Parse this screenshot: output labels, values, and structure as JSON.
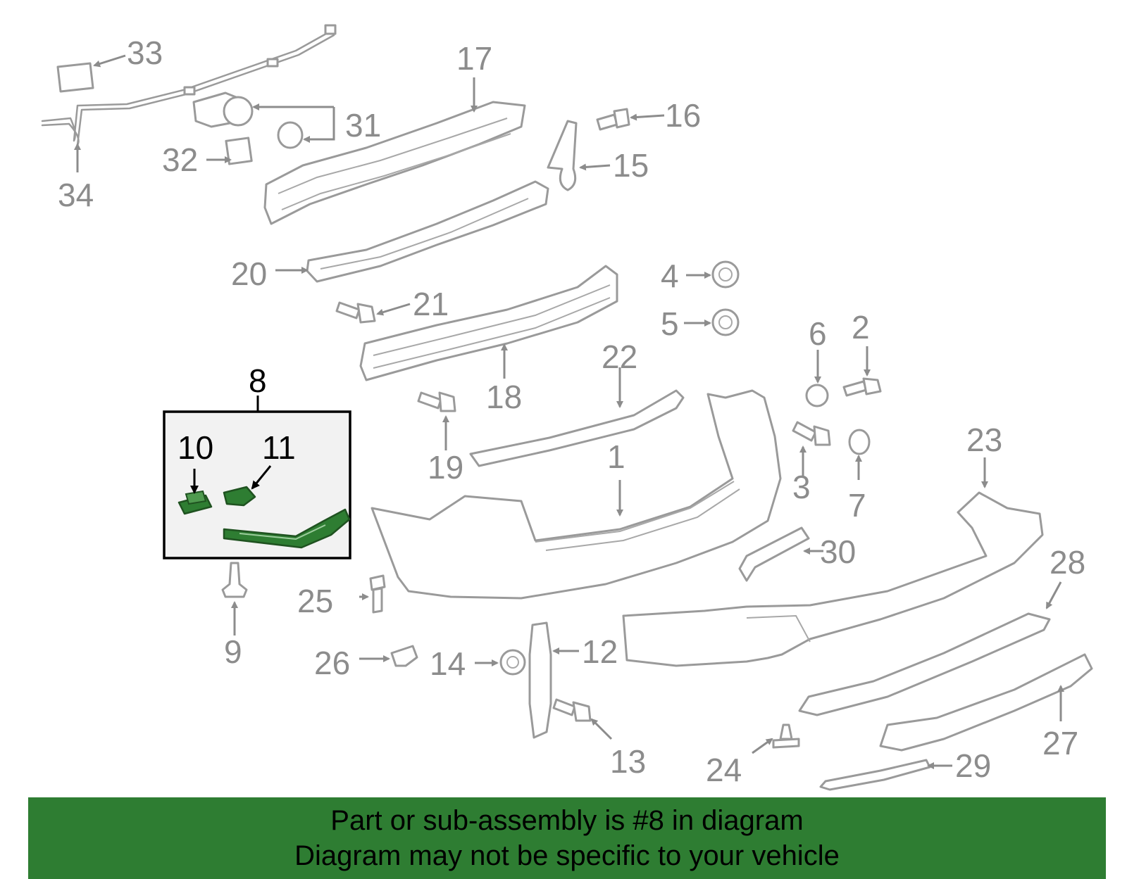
{
  "callouts": {
    "n1": "1",
    "n2": "2",
    "n3": "3",
    "n4": "4",
    "n5": "5",
    "n6": "6",
    "n7": "7",
    "n8": "8",
    "n9": "9",
    "n10": "10",
    "n11": "11",
    "n12": "12",
    "n13": "13",
    "n14": "14",
    "n15": "15",
    "n16": "16",
    "n17": "17",
    "n18": "18",
    "n19": "19",
    "n20": "20",
    "n21": "21",
    "n22": "22",
    "n23": "23",
    "n24": "24",
    "n25": "25",
    "n26": "26",
    "n27": "27",
    "n28": "28",
    "n29": "29",
    "n30": "30",
    "n31": "31",
    "n32": "32",
    "n33": "33",
    "n34": "34"
  },
  "highlighted_part": "8",
  "colors": {
    "highlight": "#2e7d32",
    "banner_bg": "#2e7d32",
    "outline": "#9a9a9a"
  },
  "banner": {
    "line1": "Part or sub-assembly is #8 in diagram",
    "line2": "Diagram may not be specific to your vehicle"
  }
}
